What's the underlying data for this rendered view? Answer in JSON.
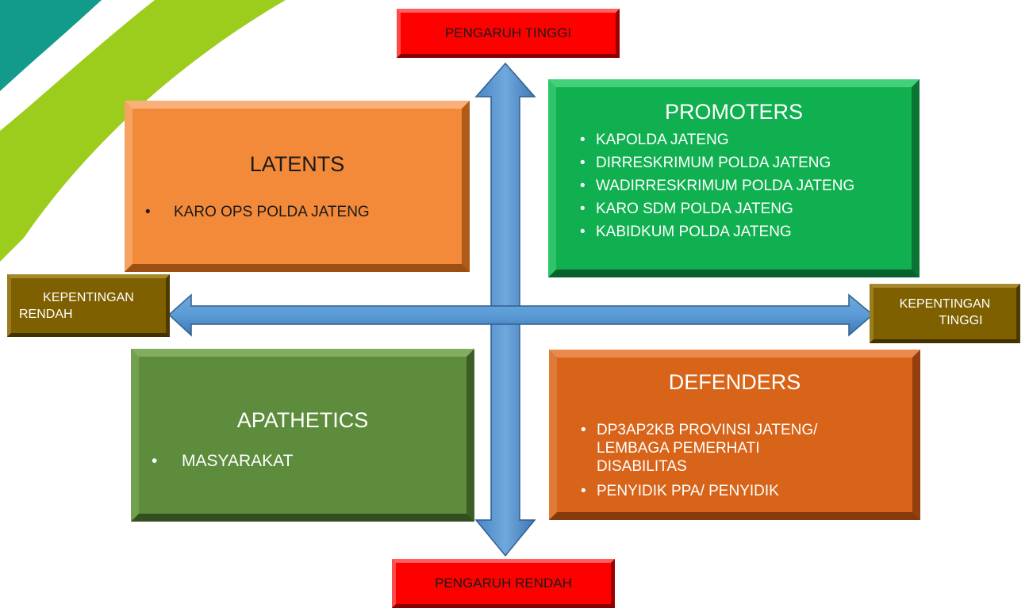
{
  "axes": {
    "top_label": "PENGARUH TINGGI",
    "bottom_label": "PENGARUH RENDAH",
    "left_label_line1": "KEPENTINGAN",
    "left_label_line2": "RENDAH",
    "right_label_line1": "KEPENTINGAN",
    "right_label_line2": "TINGGI"
  },
  "quadrants": {
    "latents": {
      "title": "LATENTS",
      "items": [
        "KARO OPS POLDA JATENG"
      ]
    },
    "promoters": {
      "title": "PROMOTERS",
      "items": [
        "KAPOLDA JATENG",
        "DIRRESKRIMUM POLDA JATENG",
        "WADIRRESKRIMUM POLDA JATENG",
        "KARO SDM POLDA JATENG",
        "KABIDKUM POLDA JATENG"
      ]
    },
    "apathetics": {
      "title": "APATHETICS",
      "items": [
        "MASYARAKAT"
      ]
    },
    "defenders": {
      "title": "DEFENDERS",
      "items": [
        "DP3AP2KB PROVINSI JATENG/ LEMBAGA PEMERHATI DISABILITAS",
        "PENYIDIK PPA/ PENYIDIK"
      ]
    }
  },
  "colors": {
    "latents": "#f38a3a",
    "promoters": "#10b050",
    "apathetics": "#5c8c3c",
    "defenders": "#d8641a",
    "influence_label": "#ff0000",
    "interest_label": "#7f6000",
    "arrow": "#5b9bd5",
    "deco_teal": "#129a8a",
    "deco_lime": "#9ccc1c"
  }
}
